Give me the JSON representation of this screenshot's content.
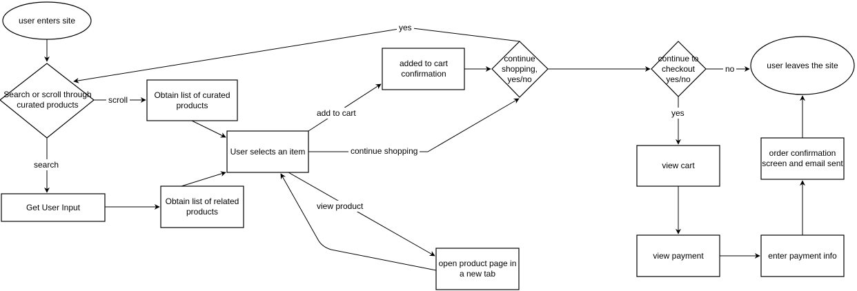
{
  "nodes": {
    "user_enters_site": "user enters site",
    "search_or_scroll": "Search or scroll through curated products",
    "curated_list": "Obtain list of curated products",
    "get_user_input": "Get User Input",
    "related_list": "Obtain list of related products",
    "user_selects_item": "User selects an item",
    "added_to_cart": "added to cart confirmation",
    "continue_shopping": "continue shopping, yes/no",
    "open_product_page": "open product page in a new tab",
    "continue_checkout": "continue to checkout yes/no",
    "user_leaves": "user leaves the site",
    "view_cart": "view cart",
    "view_payment": "view payment",
    "enter_payment": "enter payment info",
    "order_confirmation": "order confirmation screen and email sent"
  },
  "edges": {
    "scroll": "scroll",
    "search": "search",
    "yes_back": "yes",
    "add_to_cart": "add to cart",
    "continue_shopping": "continue shopping",
    "view_product": "view product",
    "no": "no",
    "yes_checkout": "yes"
  }
}
